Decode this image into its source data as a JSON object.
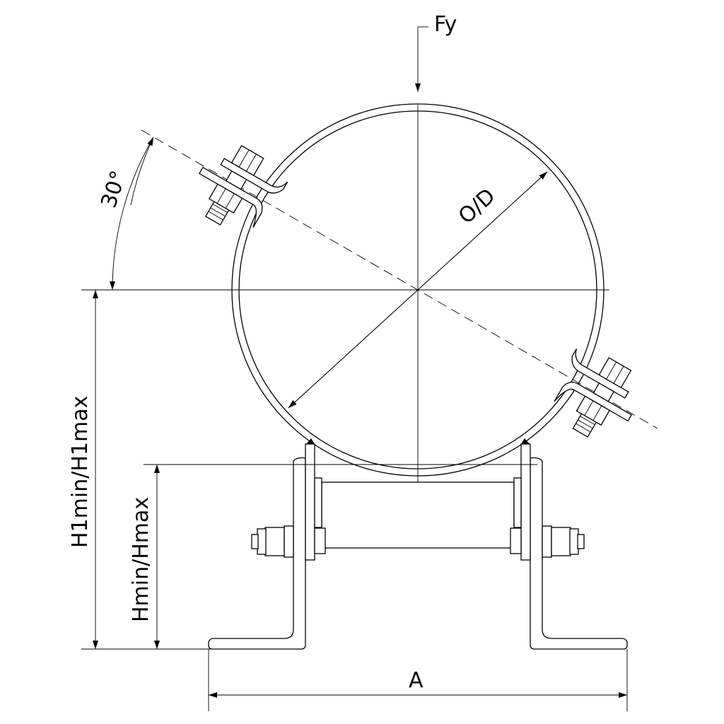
{
  "labels": {
    "force": "Fy",
    "diameter": "O/D",
    "angle": "30°",
    "h1": "H1min/H1max",
    "h": "Hmin/Hmax",
    "width": "A"
  },
  "colors": {
    "line": "#000000",
    "background": "#ffffff"
  }
}
